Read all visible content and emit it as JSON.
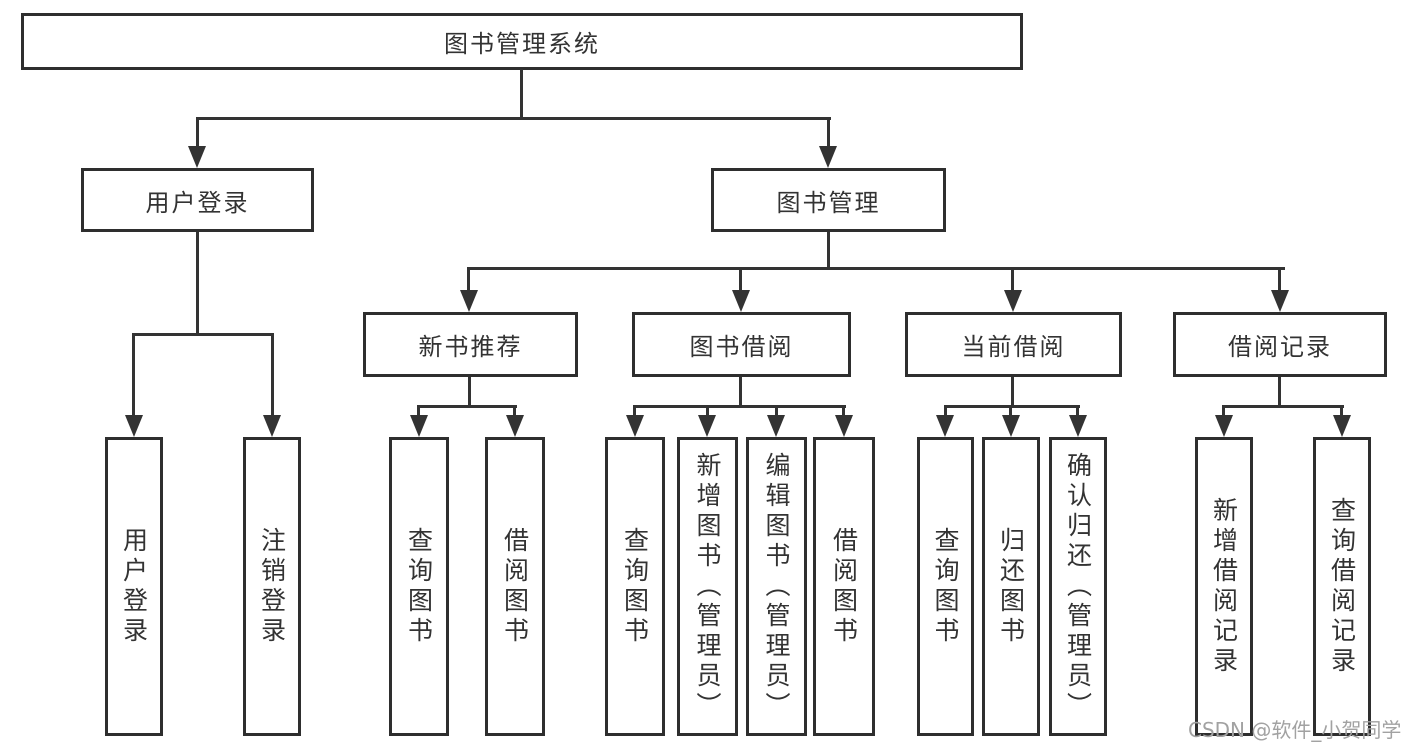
{
  "diagram_title": "图书管理系统",
  "nodes": {
    "root": "图书管理系统",
    "level1": [
      "用户登录",
      "图书管理"
    ],
    "level2": [
      "新书推荐",
      "图书借阅",
      "当前借阅",
      "借阅记录"
    ],
    "leaves": [
      "用户登录",
      "注销登录",
      "查询图书",
      "借阅图书",
      "查询图书",
      "新增图书（管理员）",
      "编辑图书（管理员）",
      "借阅图书",
      "查询图书",
      "归还图书",
      "确认归还（管理员）",
      "新增借阅记录",
      "查询借阅记录"
    ]
  },
  "hierarchy": {
    "图书管理系统": [
      "用户登录",
      "图书管理"
    ],
    "用户登录": [
      "用户登录",
      "注销登录"
    ],
    "图书管理": [
      "新书推荐",
      "图书借阅",
      "当前借阅",
      "借阅记录"
    ],
    "新书推荐": [
      "查询图书",
      "借阅图书"
    ],
    "图书借阅": [
      "查询图书",
      "新增图书（管理员）",
      "编辑图书（管理员）",
      "借阅图书"
    ],
    "当前借阅": [
      "查询图书",
      "归还图书",
      "确认归还（管理员）"
    ],
    "借阅记录": [
      "新增借阅记录",
      "查询借阅记录"
    ]
  },
  "watermark": "CSDN @软件_小贺同学",
  "colors": {
    "line": "#333333",
    "box_border": "#2e2e2e",
    "text": "#333333",
    "watermark": "#a2a2a2",
    "background": "#ffffff"
  }
}
